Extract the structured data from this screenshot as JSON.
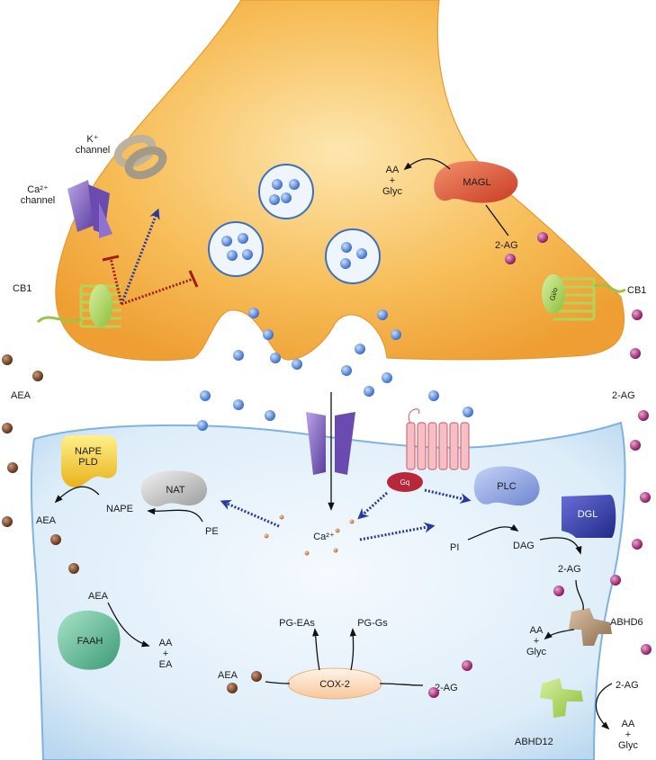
{
  "presynaptic": {
    "k_channel": "K⁺\nchannel",
    "ca_channel": "Ca²⁺\nchannel",
    "cb1": "CB1",
    "gio": "Gi/o",
    "magl": "MAGL",
    "aa_glyc": "AA\n+\nGlyc",
    "two_ag": "2-AG"
  },
  "extracellular": {
    "aea": "AEA",
    "two_ag": "2-AG",
    "cb1_right": "CB1"
  },
  "postsynaptic": {
    "nape_pld": "NAPE\nPLD",
    "nat": "NAT",
    "nape": "NAPE",
    "aea_from_nape": "AEA",
    "pe": "PE",
    "ca": "Ca²⁺",
    "gq": "Gq",
    "plc": "PLC",
    "pi": "PI",
    "dag": "DAG",
    "dgl": "DGL",
    "two_ag_dgl": "2-AG",
    "abhd6": "ABHD6",
    "aa_glyc_abhd6": "AA\n+\nGlyc",
    "abhd12": "ABHD12",
    "two_ag_abhd12": "2-AG",
    "aa_glyc_abhd12": "AA\n+\nGlyc",
    "faah": "FAAH",
    "aea_faah": "AEA",
    "aa_ea": "AA\n+\nEA",
    "cox2": "COX-2",
    "pg_eas": "PG-EAs",
    "pg_gs": "PG-Gs",
    "aea_cox": "AEA",
    "two_ag_cox": "2-AG"
  },
  "colors": {
    "presynaptic_fill": "#f7b548",
    "postsynaptic_fill": "#dcecf8",
    "vesicle_ball": "#4f86d6",
    "aea_ball": "#6b3a24",
    "two_ag_ball": "#a3206e",
    "arrow_blue": "#2a3a9c",
    "inhibit_red": "#a01c1c"
  }
}
